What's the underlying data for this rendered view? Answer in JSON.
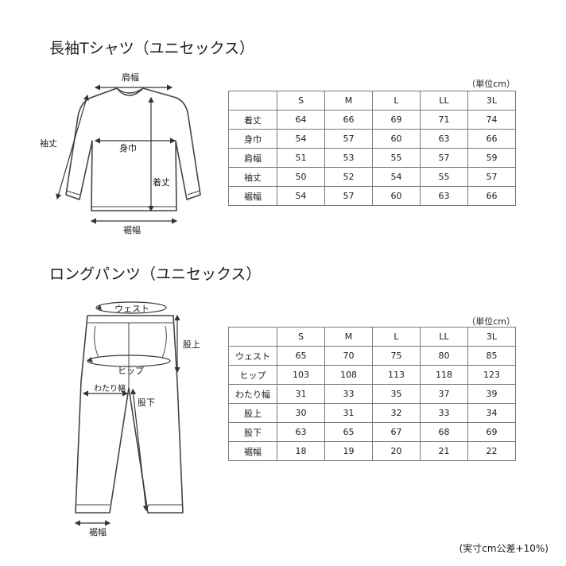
{
  "shirt": {
    "title": "長袖Tシャツ（ユニセックス）",
    "unit": "（単位cm）",
    "labels": {
      "shoulder": "肩幅",
      "sleeve": "袖丈",
      "chest": "身巾",
      "length": "着丈",
      "hem": "裾幅"
    },
    "headers": [
      "",
      "S",
      "M",
      "L",
      "LL",
      "3L"
    ],
    "rows": [
      {
        "label": "着丈",
        "values": [
          "64",
          "66",
          "69",
          "71",
          "74"
        ]
      },
      {
        "label": "身巾",
        "values": [
          "54",
          "57",
          "60",
          "63",
          "66"
        ]
      },
      {
        "label": "肩幅",
        "values": [
          "51",
          "53",
          "55",
          "57",
          "59"
        ]
      },
      {
        "label": "袖丈",
        "values": [
          "50",
          "52",
          "54",
          "55",
          "57"
        ]
      },
      {
        "label": "裾幅",
        "values": [
          "54",
          "57",
          "60",
          "63",
          "66"
        ]
      }
    ]
  },
  "pants": {
    "title": "ロングパンツ（ユニセックス）",
    "unit": "（単位cm）",
    "labels": {
      "waist": "ウェスト",
      "rise": "股上",
      "hip": "ヒップ",
      "thigh": "わたり幅",
      "inseam": "股下",
      "hem": "裾幅"
    },
    "headers": [
      "",
      "S",
      "M",
      "L",
      "LL",
      "3L"
    ],
    "rows": [
      {
        "label": "ウェスト",
        "values": [
          "65",
          "70",
          "75",
          "80",
          "85"
        ]
      },
      {
        "label": "ヒップ",
        "values": [
          "103",
          "108",
          "113",
          "118",
          "123"
        ]
      },
      {
        "label": "わたり幅",
        "values": [
          "31",
          "33",
          "35",
          "37",
          "39"
        ]
      },
      {
        "label": "股上",
        "values": [
          "30",
          "31",
          "32",
          "33",
          "34"
        ]
      },
      {
        "label": "股下",
        "values": [
          "63",
          "65",
          "67",
          "68",
          "69"
        ]
      },
      {
        "label": "裾幅",
        "values": [
          "18",
          "19",
          "20",
          "21",
          "22"
        ]
      }
    ]
  },
  "note": "(実寸cm公差+10%)",
  "colors": {
    "text": "#231815",
    "line": "#7d7775",
    "arrow": "#3a3230"
  }
}
